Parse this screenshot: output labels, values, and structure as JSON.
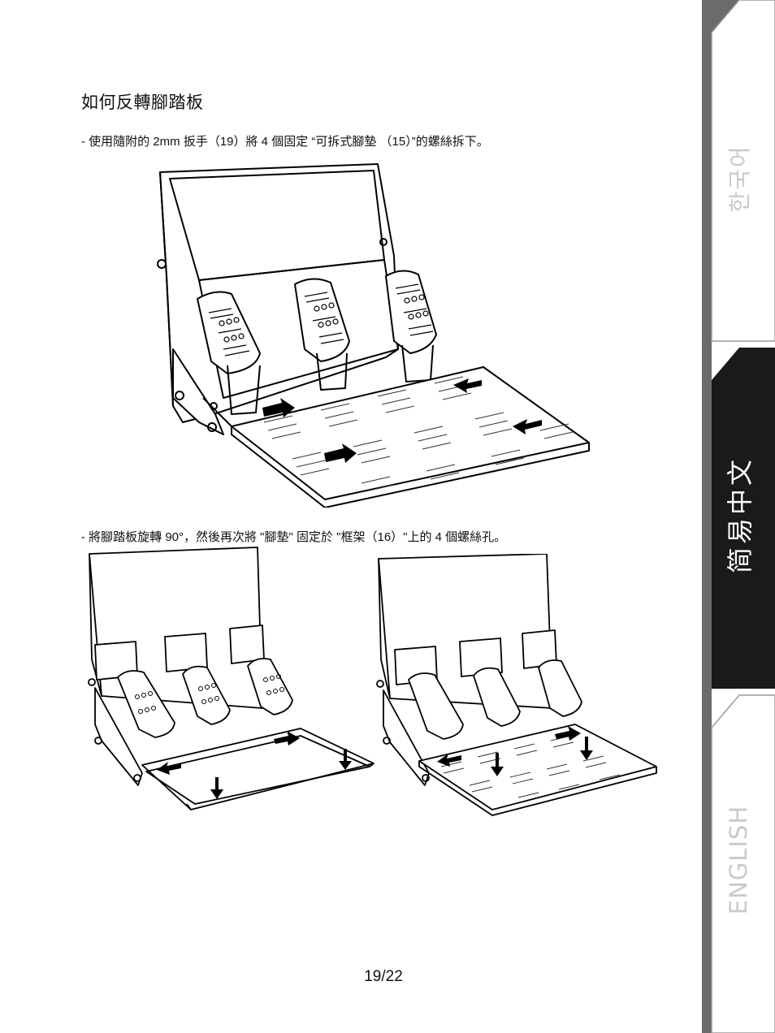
{
  "page": {
    "title": "如何反轉腳踏板",
    "step1": "- 使用隨附的 2mm 扳手（19）將 4 個固定 “可拆式腳墊 （15）”的螺絲拆下。",
    "step2": "- 將腳踏板旋轉 90°，然後再次將 \"腳墊\" 固定於 \"框架（16）\"上的 4 個螺絲孔。",
    "page_number": "19/22"
  },
  "tabs": {
    "korean": "한국어",
    "chinese": "简易中文",
    "english": "ENGLISH"
  },
  "colors": {
    "active_tab": "#1a1a1a",
    "inactive_tab": "#ffffff",
    "tab_header": "#6b6b6b"
  }
}
